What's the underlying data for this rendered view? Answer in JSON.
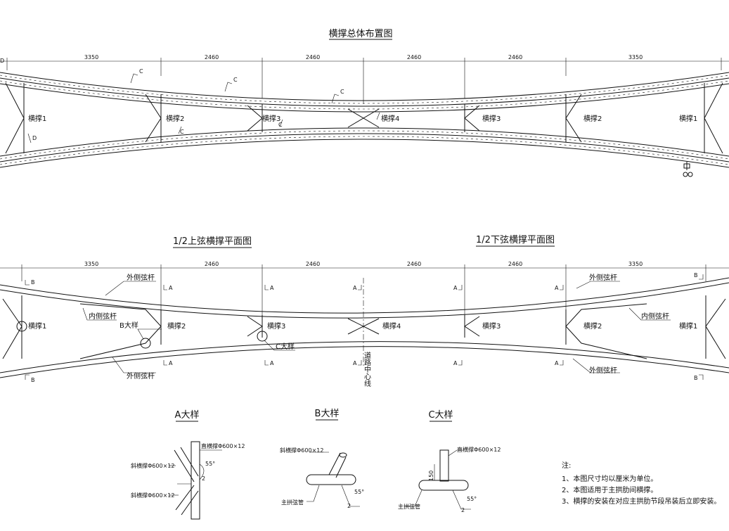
{
  "titles": {
    "overall": "横撑总体布置图",
    "upper_half": "1/2上弦横撑平面图",
    "lower_half": "1/2下弦横撑平面图",
    "detail_a": "A大样",
    "detail_b": "B大样",
    "detail_c": "C大样"
  },
  "dimensions": [
    "3350",
    "2460",
    "2460",
    "2460",
    "2460",
    "3350"
  ],
  "overall_braces": [
    "横撑1",
    "横撑2",
    "横撑3",
    "横撑4",
    "横撑3",
    "横撑2",
    "横撑1"
  ],
  "plan_braces": [
    "横撑1",
    "横撑2",
    "横撑3",
    "横撑4",
    "横撑3",
    "横撑2",
    "横撑1"
  ],
  "section_marks": {
    "c": "C",
    "d": "D",
    "a": "A",
    "b": "B"
  },
  "plan_labels": {
    "outer_chord": "外侧弦杆",
    "inner_chord": "内侧弦杆",
    "detail_b": "B大样",
    "detail_c": "C大样",
    "road_center": "道路中心线"
  },
  "detail_labels": {
    "straight_brace": "直横撑Φ600×12",
    "diagonal_brace": "斜横撑Φ600×12",
    "main_arch_tube": "主拱弦管",
    "angle": "55°",
    "weld": "2",
    "length": "150"
  },
  "notes": {
    "heading": "注:",
    "items": [
      "1、本图尺寸均以厘米为单位。",
      "2、本图适用于主拱肋间横撑。",
      "3、横撑的安装在对应主拱肋节段吊装后立即安装。"
    ]
  }
}
